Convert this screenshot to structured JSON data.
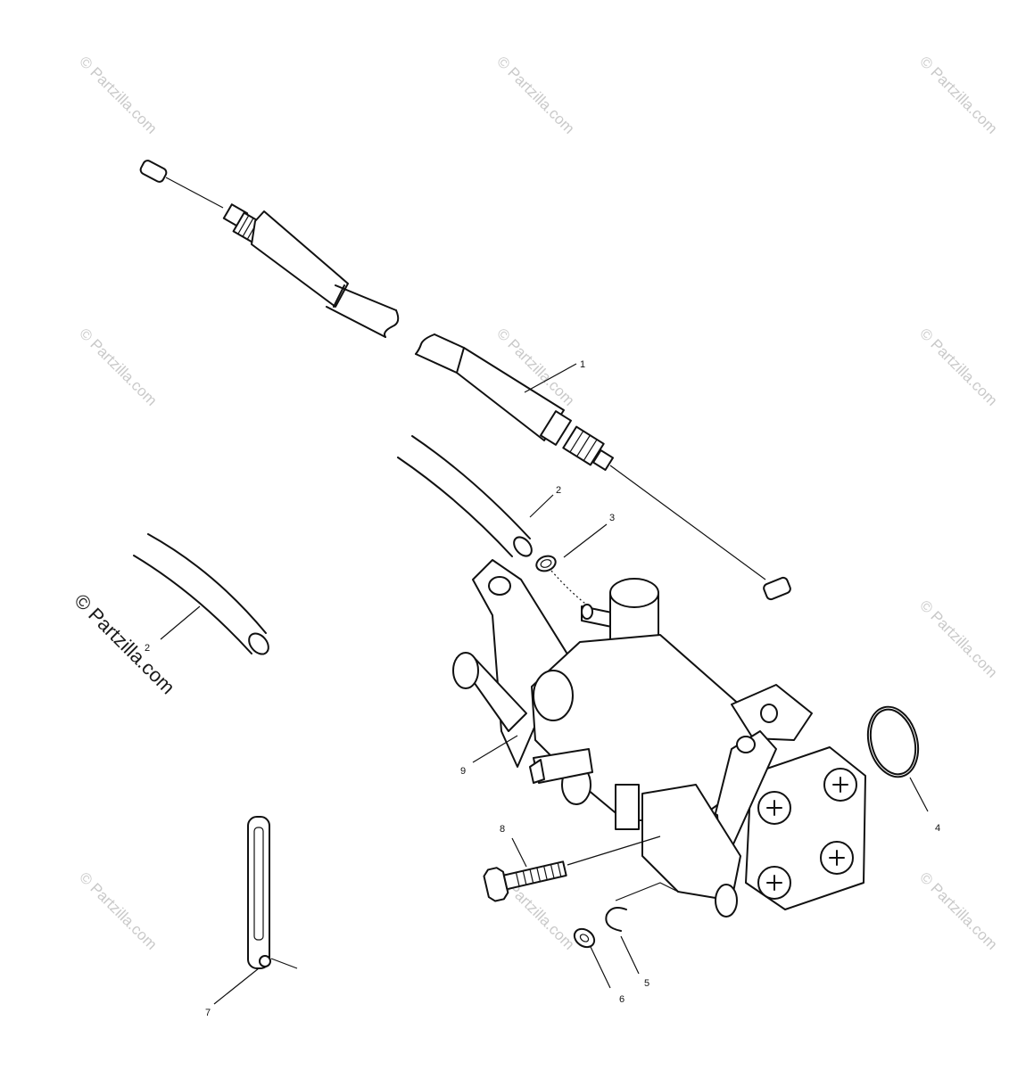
{
  "watermark": {
    "text": "© Partzilla.com",
    "prominent_text": "© Partzilla.com"
  },
  "callouts": [
    "1",
    "2",
    "3",
    "2",
    "4",
    "8",
    "9",
    "5",
    "6",
    "7"
  ],
  "colors": {
    "line": "#111111",
    "watermark": "#c9c9c9",
    "background": "#ffffff"
  }
}
